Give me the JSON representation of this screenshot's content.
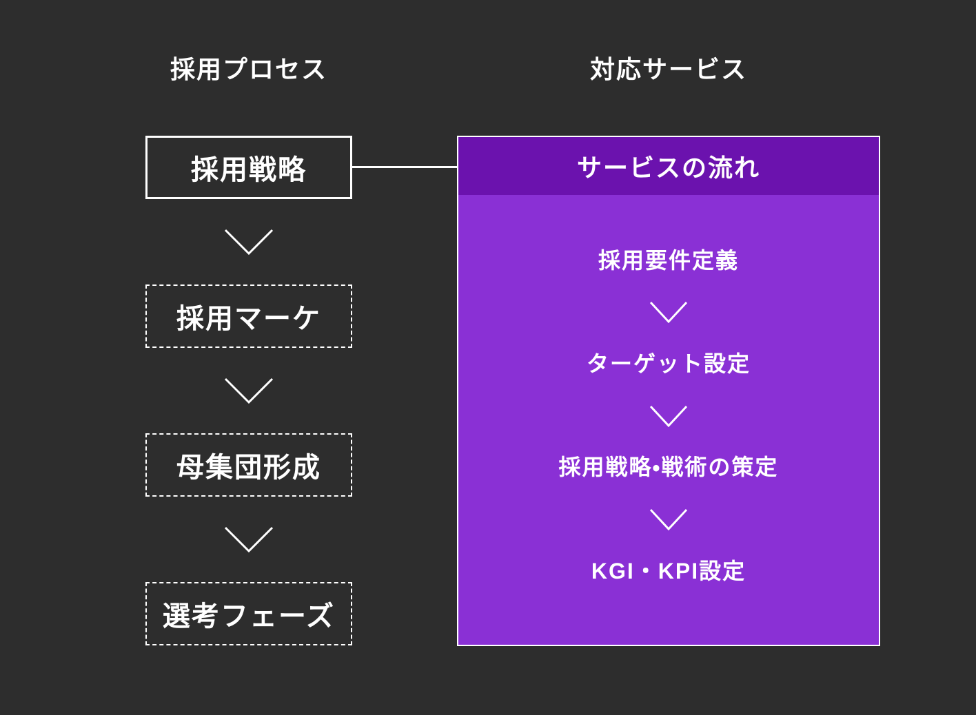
{
  "colors": {
    "background": "#2D2D2D",
    "panel_header_bg": "#6B12AE",
    "panel_body_bg": "#8A30D5",
    "line_and_border": "#FFFFFF",
    "text": "#FFFFFF"
  },
  "column_headers": {
    "process": "採用プロセス",
    "service": "対応サービス"
  },
  "process_flow": {
    "steps": [
      {
        "label": "採用戦略",
        "border": "solid"
      },
      {
        "label": "採用マーケ",
        "border": "dashed"
      },
      {
        "label": "母集団形成",
        "border": "dashed"
      },
      {
        "label": "選考フェーズ",
        "border": "dashed"
      }
    ]
  },
  "service_panel": {
    "title": "サービスの流れ",
    "steps": [
      "採用要件定義",
      "ターゲット設定",
      "採用戦略・戦術の策定",
      "KGI・KPI設定"
    ]
  },
  "icons": {
    "arrow": "chevron-down-icon"
  }
}
